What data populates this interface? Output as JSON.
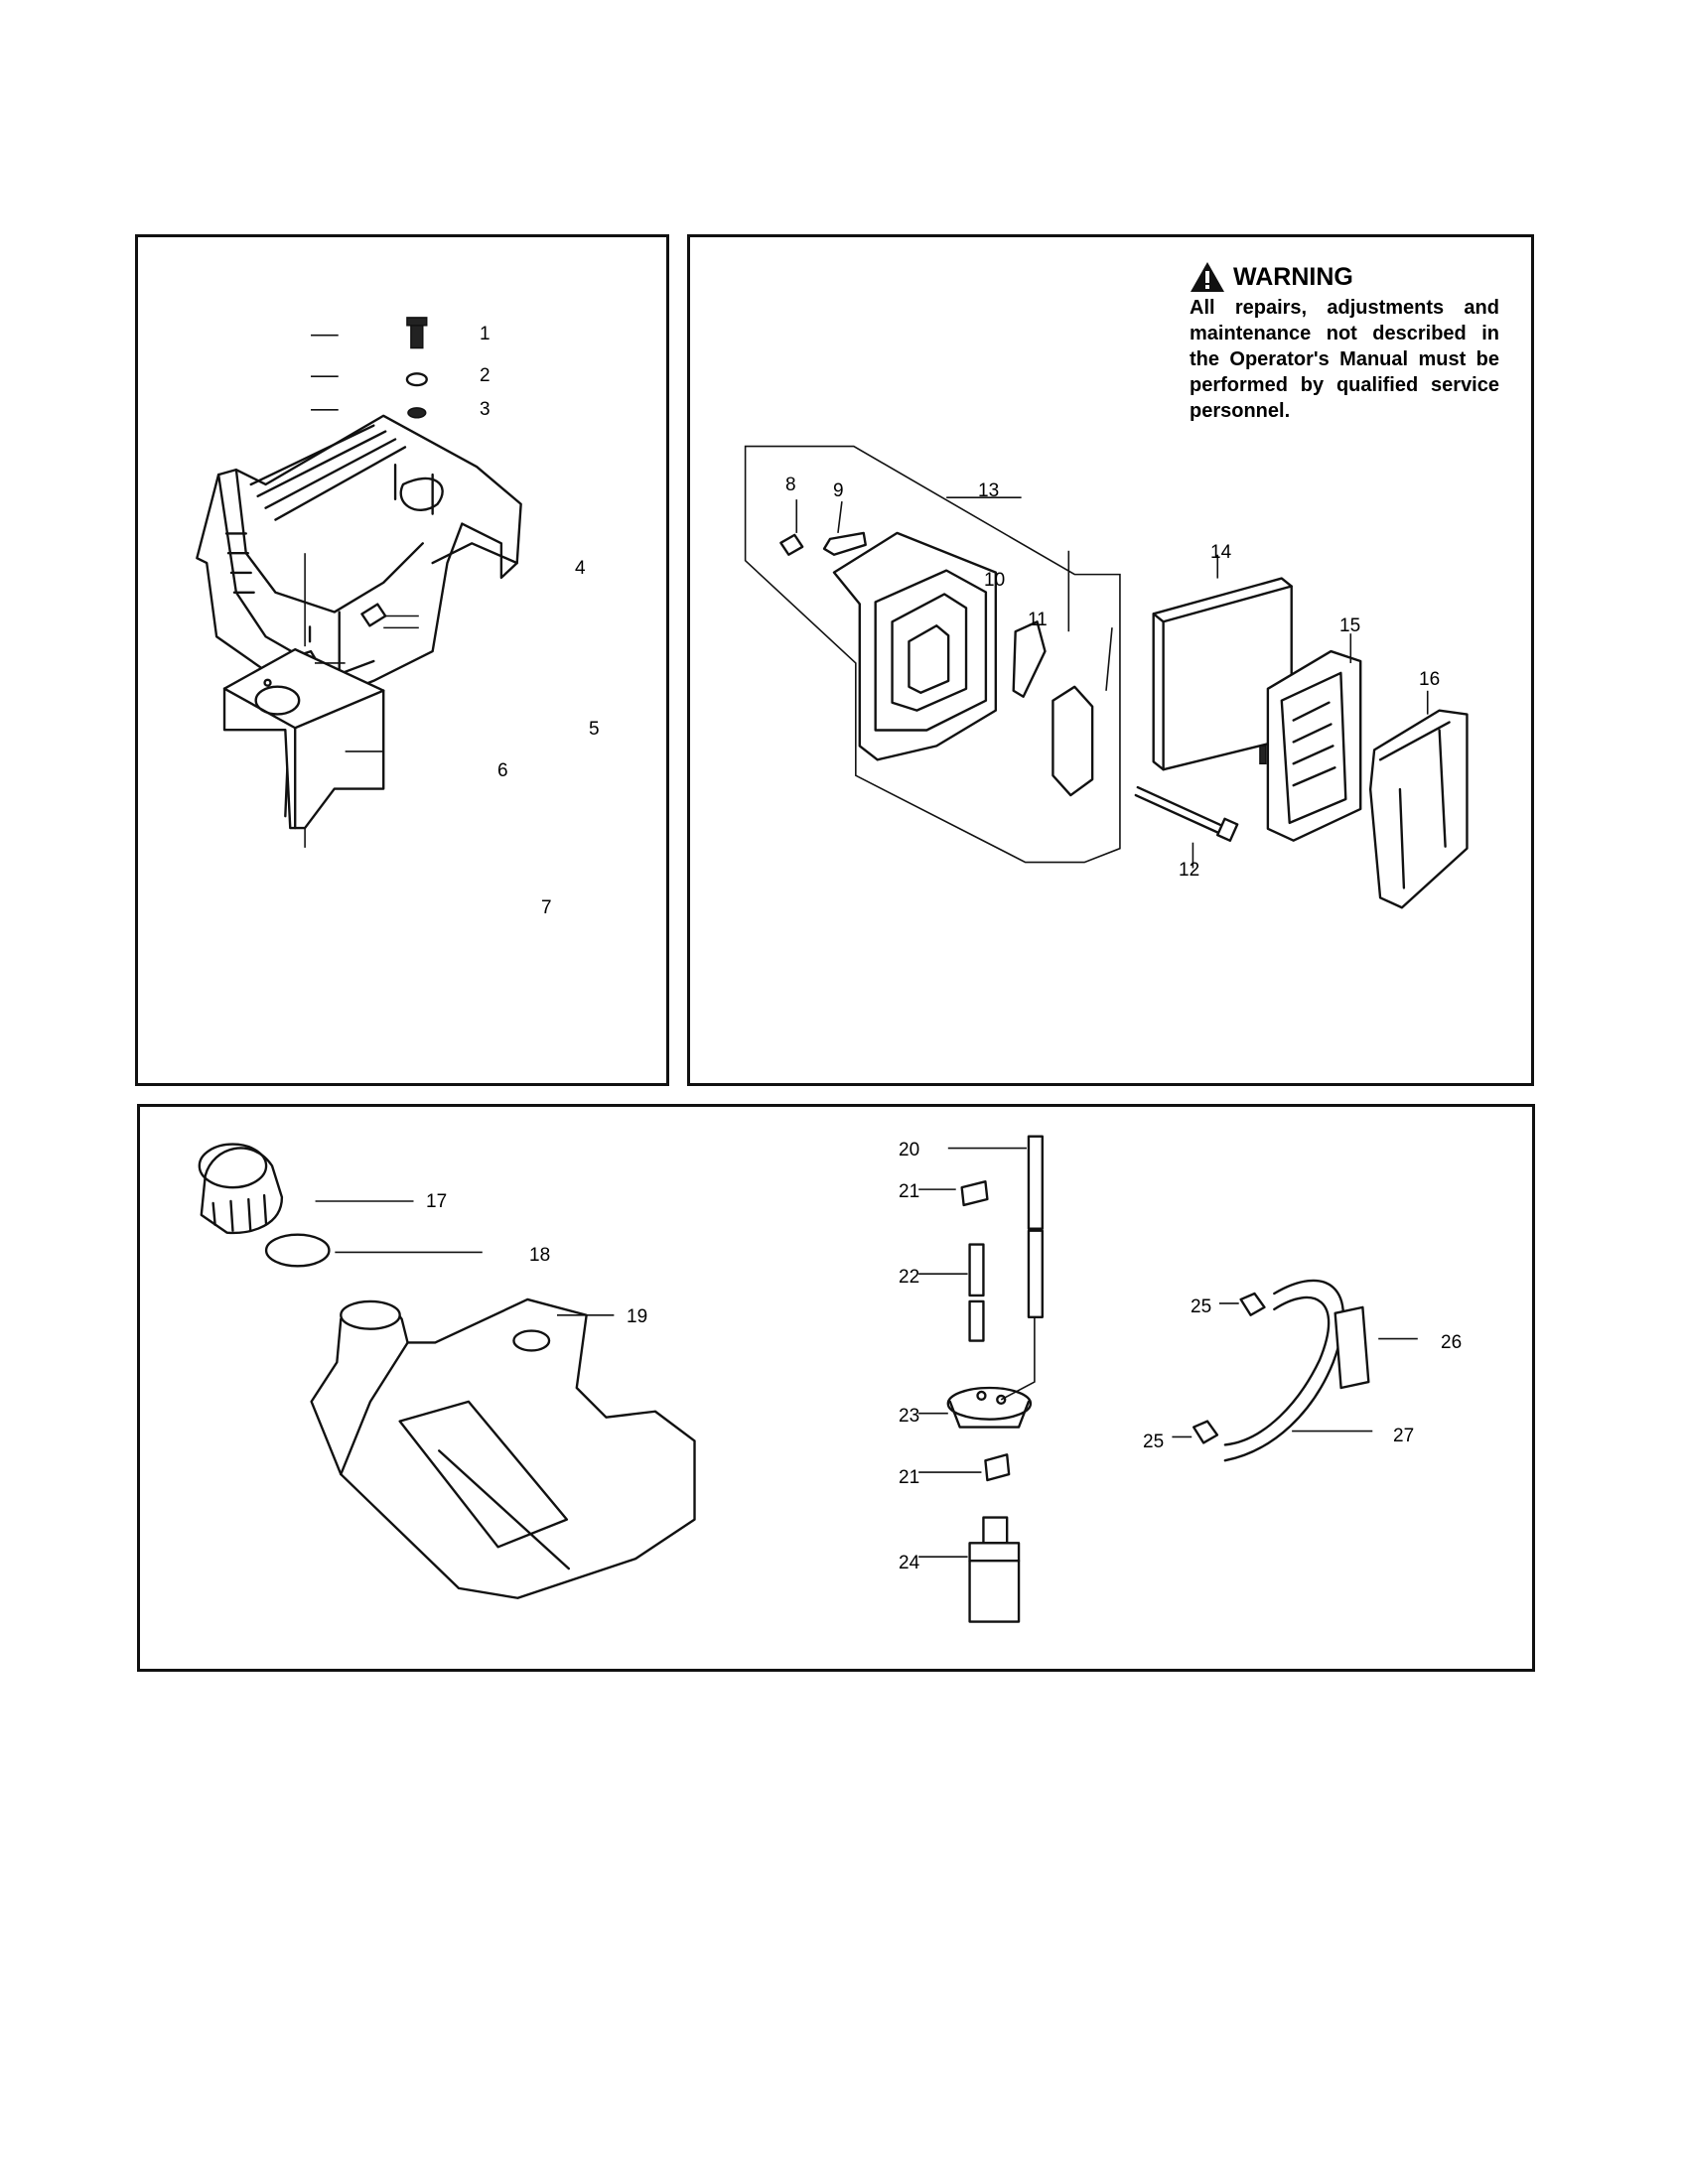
{
  "warning": {
    "title": "WARNING",
    "text": "All repairs, adjustments and maintenance not described in the Operator's Manual must be performed by qualified service personnel."
  },
  "callouts": {
    "c1": "1",
    "c2": "2",
    "c3": "3",
    "c4": "4",
    "c5": "5",
    "c6": "6",
    "c7": "7",
    "c8": "8",
    "c9": "9",
    "c10": "10",
    "c11": "11",
    "c12": "12",
    "c13": "13",
    "c14": "14",
    "c15": "15",
    "c16": "16",
    "c17": "17",
    "c18": "18",
    "c19": "19",
    "c20": "20",
    "c21a": "21",
    "c21b": "21",
    "c22": "22",
    "c23": "23",
    "c24": "24",
    "c25a": "25",
    "c25b": "25",
    "c26": "26",
    "c27": "27"
  }
}
